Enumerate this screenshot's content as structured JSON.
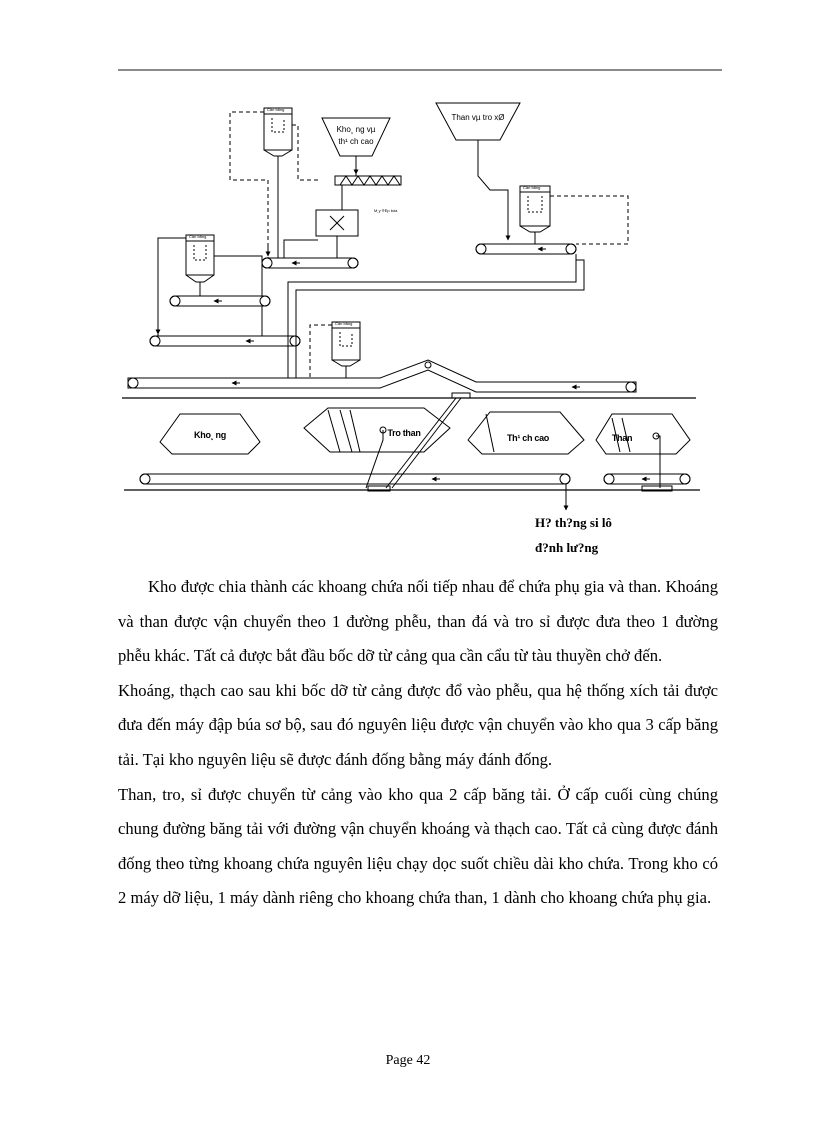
{
  "diagram": {
    "labels": {
      "hopper_khoang": "Kho¸ ng vµ",
      "hopper_khoang_2": "th¹ ch cao",
      "hopper_than": "Than vµ tro xØ",
      "crusher_note": "M¸y ®Ëp bóa",
      "bin_tag": "Cân băng",
      "pile_khoang": "Kho¸ ng",
      "pile_tro": "Tro than",
      "pile_thach": "Th¹ ch cao",
      "pile_than": "Than"
    },
    "legend_line1": "H? th?ng si lô",
    "legend_line2": "đ?nh lư?ng"
  },
  "paragraphs": [
    "Kho được chia thành các khoang chứa nối tiếp nhau để chứa phụ gia và than. Khoáng và than được vận chuyển theo 1 đường phễu, than đá và tro sỉ được đưa theo 1 đường phễu khác. Tất cả được bắt đầu bốc dỡ từ cảng qua cần cẩu từ tàu thuyền chở đến.",
    "Khoáng, thạch cao sau khi bốc dỡ từ cảng được đổ vào phễu, qua hệ thống xích tải được đưa đến máy đập búa sơ bộ, sau đó nguyên liệu  được vận chuyển vào kho qua 3 cấp băng tải. Tại kho nguyên liệu sẽ được đánh đống bằng máy đánh đống.",
    "Than, tro, sỉ được chuyển từ cảng vào kho qua 2 cấp băng tải.  Ở cấp cuối cùng chúng chung đường băng tải với đường vận chuyển khoáng và thạch cao. Tất cả cùng được đánh đống theo từng khoang chứa nguyên liệu  chạy dọc suốt chiều dài kho chứa. Trong kho có 2 máy dỡ liệu,  1 máy dành riêng  cho khoang chứa than, 1 dành cho khoang chứa phụ gia."
  ],
  "footer": {
    "page": "Page 42"
  }
}
